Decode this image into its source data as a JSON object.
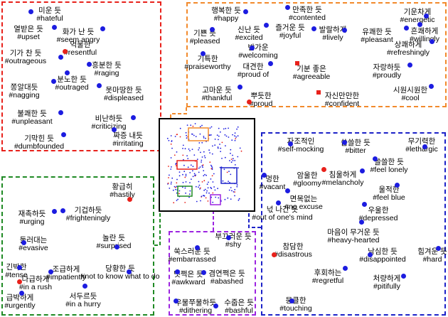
{
  "panels": {
    "red": {
      "color": "#e8211b",
      "words": [
        {
          "ko": "미운 듯",
          "tag": "#hateful"
        },
        {
          "ko": "열받은 듯",
          "tag": "#upset"
        },
        {
          "ko": "화가 난 듯",
          "tag": "#seem angry"
        },
        {
          "ko": "억울한",
          "tag": "#resentful"
        },
        {
          "ko": "기가 찬 듯",
          "tag": "#outrageous"
        },
        {
          "ko": "흥분한 듯",
          "tag": "#raging"
        },
        {
          "ko": "쫑알대듯",
          "tag": "#nagging"
        },
        {
          "ko": "분노한 듯",
          "tag": "#outraged"
        },
        {
          "ko": "못마땅한 듯",
          "tag": "#displeased"
        },
        {
          "ko": "불쾌한 듯",
          "tag": "#unpleasant"
        },
        {
          "ko": "비난하듯",
          "tag": "#criticizing"
        },
        {
          "ko": "기막힌 듯",
          "tag": "#dumbfounded"
        },
        {
          "ko": "짜증 내듯",
          "tag": "#irritating"
        }
      ]
    },
    "orange": {
      "color": "#f28a2c",
      "words": [
        {
          "ko": "행복한 듯",
          "tag": "#happy"
        },
        {
          "ko": "만족한 듯",
          "tag": "#contented"
        },
        {
          "ko": "기운차게",
          "tag": "#energetic"
        },
        {
          "ko": "기쁜 듯",
          "tag": "#pleased"
        },
        {
          "ko": "신난 듯",
          "tag": "#excited"
        },
        {
          "ko": "즐거운 듯",
          "tag": "#joyful"
        },
        {
          "ko": "발랄하게",
          "tag": "#lively"
        },
        {
          "ko": "유쾌한 듯",
          "tag": "#pleasant"
        },
        {
          "ko": "흔쾌하게",
          "tag": "#willingly"
        },
        {
          "ko": "반가운",
          "tag": "#welcoming"
        },
        {
          "ko": "상쾌하게",
          "tag": "#refreshingly"
        },
        {
          "ko": "기특한",
          "tag": "#praiseworthy"
        },
        {
          "ko": "대견한",
          "tag": "#proud of"
        },
        {
          "ko": "기분 좋은",
          "tag": "#agreeable"
        },
        {
          "ko": "자랑하듯",
          "tag": "#proudly"
        },
        {
          "ko": "고마운 듯",
          "tag": "#thankful"
        },
        {
          "ko": "시원시원한",
          "tag": "#cool"
        },
        {
          "ko": "뿌듯한",
          "tag": "#proud"
        },
        {
          "ko": "자신만만한",
          "tag": "#confident"
        }
      ]
    },
    "green": {
      "color": "#1f8a24",
      "words": [
        {
          "ko": "황급히",
          "tag": "#hastily"
        },
        {
          "ko": "재촉하듯",
          "tag": "#urging"
        },
        {
          "ko": "기겁하듯",
          "tag": "#frighteningly"
        },
        {
          "ko": "둘러대는",
          "tag": "#evasive"
        },
        {
          "ko": "놀란 듯",
          "tag": "#surprised"
        },
        {
          "ko": "긴박한",
          "tag": "#tense"
        },
        {
          "ko": "조급하게",
          "tag": "#impatiently"
        },
        {
          "ko": "당황한 듯",
          "tag": "#not to know what to do"
        },
        {
          "ko": "다급하게",
          "tag": "#in a rush"
        },
        {
          "ko": "급박하게",
          "tag": "#urgently"
        },
        {
          "ko": "서두르듯",
          "tag": "#in a hurry"
        }
      ]
    },
    "purple": {
      "color": "#9c24e0",
      "words": [
        {
          "ko": "부끄러운 듯",
          "tag": "#shy"
        },
        {
          "ko": "쑥스러운 듯",
          "tag": "#embarrassed"
        },
        {
          "ko": "멋쩍은 듯",
          "tag": "#awkward"
        },
        {
          "ko": "겸연쩍은 듯",
          "tag": "#abashed"
        },
        {
          "ko": "우물쭈물하듯",
          "tag": "#dithering"
        },
        {
          "ko": "수줍은 듯",
          "tag": "#bashful"
        }
      ]
    },
    "blue": {
      "color": "#1c22c8",
      "words": [
        {
          "ko": "자조적인",
          "tag": "#self-mocking"
        },
        {
          "ko": "씁쓸한 듯",
          "tag": "#bitter"
        },
        {
          "ko": "무기력한",
          "tag": "#lethargic"
        },
        {
          "ko": "쓸쓸한 듯",
          "tag": "#feel lonely"
        },
        {
          "ko": "멍한",
          "tag": "#vacant"
        },
        {
          "ko": "암울한",
          "tag": "#gloomy"
        },
        {
          "ko": "침울하게",
          "tag": "#melancholy"
        },
        {
          "ko": "울적한",
          "tag": "#feel blue"
        },
        {
          "ko": "면목없는",
          "tag": "#no excuse"
        },
        {
          "ko": "넋 나간 듯",
          "tag": "#out of one's mind"
        },
        {
          "ko": "우울한",
          "tag": "#depressed"
        },
        {
          "ko": "마음이 무거운 듯",
          "tag": "#heavy-hearted"
        },
        {
          "ko": "참담한",
          "tag": "#disastrous"
        },
        {
          "ko": "낙심한 듯",
          "tag": "#disappointed"
        },
        {
          "ko": "힘겨운 듯",
          "tag": "#hard"
        },
        {
          "ko": "후회하는",
          "tag": "#regretful"
        },
        {
          "ko": "처량하게",
          "tag": "#pitifully"
        },
        {
          "ko": "뭉클한",
          "tag": "#touching"
        }
      ]
    }
  },
  "colors": {
    "dot": "#1c1ce0",
    "highlight": "#e8211b"
  }
}
